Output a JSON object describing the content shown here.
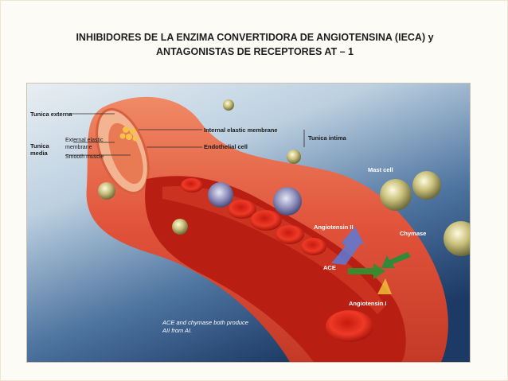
{
  "title": {
    "line1": "INHIBIDORES DE LA ENZIMA CONVERTIDORA DE ANGIOTENSINA  (IECA)  y",
    "line2": "ANTAGONISTAS DE RECEPTORES AT – 1"
  },
  "figure": {
    "labels": {
      "tunica_externa": "Tunica externa",
      "tunica_media": "Tunica media",
      "external_elastic": "External elastic membrane",
      "smooth_muscle": "Smooth muscle",
      "internal_elastic": "Internal elastic membrane",
      "endothelial_cell": "Endothelial cell",
      "tunica_intima": "Tunica intima",
      "mast_cell": "Mast cell",
      "angiotensin_ii": "Angiotensin II",
      "chymase": "Chymase",
      "ace": "ACE",
      "angiotensin_i": "Angiotensin I"
    },
    "caption_line1": "ACE and chymase both produce",
    "caption_line2": "AII from AI.",
    "colors": {
      "background_light": "#c9d9e6",
      "background_dark": "#1f3d6b",
      "vessel_outer": "#e0523a",
      "vessel_inner": "#f2a27a",
      "lumen": "#b81f12",
      "red_cell": "#e02418",
      "arrow_ace": "#3a8a2f",
      "arrow_chymase": "#2f8a3a",
      "arrow_blue": "#5a7ad8"
    }
  }
}
